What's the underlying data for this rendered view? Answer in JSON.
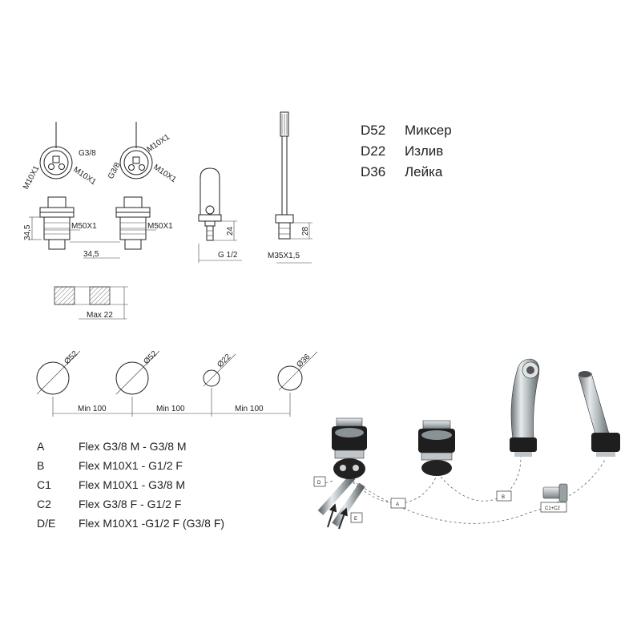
{
  "legend": [
    {
      "code": "D52",
      "name": "Миксер"
    },
    {
      "code": "D22",
      "name": "Излив"
    },
    {
      "code": "D36",
      "name": "Лейка"
    }
  ],
  "drawing": {
    "mixer_top_1": {
      "label_a": "G3/8",
      "label_b": "M10X1",
      "label_c": "M10X1"
    },
    "mixer_top_2": {
      "label_a": "M10X1",
      "label_b": "G3/8",
      "label_c": "M10X1"
    },
    "body_dims": {
      "height": "34,5",
      "thread_1": "M50X1",
      "thread_2": "M50X1",
      "offset": "34,5"
    },
    "spout_dims": {
      "height": "24",
      "thread": "G 1/2"
    },
    "shower_dims": {
      "height": "28",
      "thread": "M35X1,5"
    },
    "counter_thickness": "Max 22",
    "holes": [
      {
        "label": "Ø52"
      },
      {
        "label": "Ø52"
      },
      {
        "label": "Ø22"
      },
      {
        "label": "Ø36"
      }
    ],
    "spacing": [
      "Min 100",
      "Min 100",
      "Min 100"
    ]
  },
  "connections": [
    {
      "code": "A",
      "desc": "Flex G3/8 M - G3/8 M"
    },
    {
      "code": "B",
      "desc": "Flex M10X1 - G1/2 F"
    },
    {
      "code": "C1",
      "desc": "Flex M10X1 - G3/8 M"
    },
    {
      "code": "C2",
      "desc": "Flex G3/8 F - G1/2 F"
    },
    {
      "code": "D/E",
      "desc": "Flex M10X1 -G1/2 F (G3/8 F)"
    }
  ],
  "assembly": {
    "tag_a": "A",
    "tag_b": "B",
    "tag_c": "C1+C2",
    "tag_d": "D",
    "tag_e": "E"
  }
}
